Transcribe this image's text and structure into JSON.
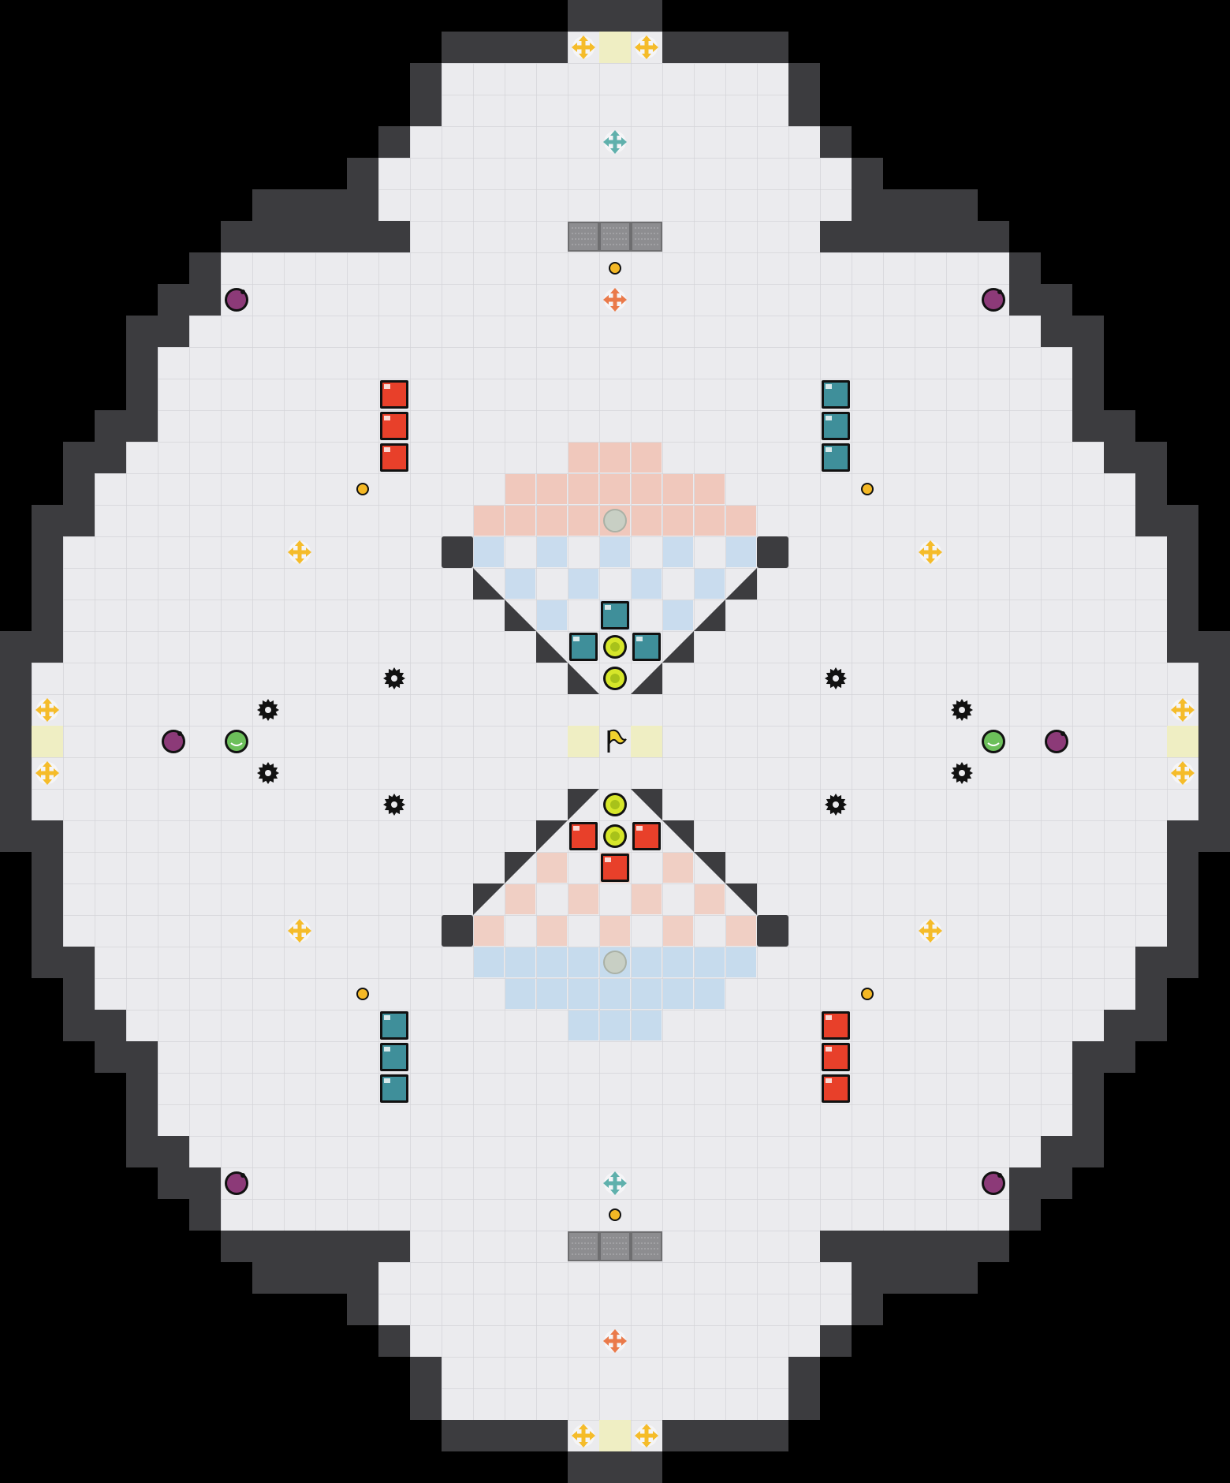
{
  "map": {
    "name": "",
    "background_color": "#000000",
    "wall_color": "#3c3c3f",
    "wall_edge_color": "#2a2a2c",
    "floor_color": "#ebebee",
    "grid_color": "#d4d4d8",
    "grid": {
      "cols": 39,
      "rows": 47
    },
    "wall_rows": [
      {
        "row": 0,
        "from": 18,
        "to": 20
      },
      {
        "row": 1,
        "from": 14,
        "to": 24
      },
      {
        "row": 2,
        "from": 13,
        "to": 25
      },
      {
        "row": 3,
        "from": 13,
        "to": 25
      },
      {
        "row": 4,
        "from": 12,
        "to": 26
      },
      {
        "row": 5,
        "from": 11,
        "to": 27
      },
      {
        "row": 6,
        "from": 8,
        "to": 30
      },
      {
        "row": 7,
        "from": 7,
        "to": 31
      },
      {
        "row": 8,
        "from": 6,
        "to": 32
      },
      {
        "row": 9,
        "from": 5,
        "to": 33
      },
      {
        "row": 10,
        "from": 4,
        "to": 34
      },
      {
        "row": 11,
        "from": 4,
        "to": 34
      },
      {
        "row": 12,
        "from": 4,
        "to": 34
      },
      {
        "row": 13,
        "from": 3,
        "to": 35
      },
      {
        "row": 14,
        "from": 2,
        "to": 36
      },
      {
        "row": 15,
        "from": 2,
        "to": 36
      },
      {
        "row": 16,
        "from": 1,
        "to": 37
      },
      {
        "row": 17,
        "from": 1,
        "to": 37
      },
      {
        "row": 18,
        "from": 1,
        "to": 37
      },
      {
        "row": 19,
        "from": 1,
        "to": 37
      },
      {
        "row": 20,
        "from": 0,
        "to": 38
      },
      {
        "row": 21,
        "from": 0,
        "to": 38
      },
      {
        "row": 22,
        "from": 0,
        "to": 38
      },
      {
        "row": 23,
        "from": 0,
        "to": 38
      },
      {
        "row": 24,
        "from": 0,
        "to": 38
      },
      {
        "row": 25,
        "from": 0,
        "to": 38
      },
      {
        "row": 26,
        "from": 0,
        "to": 38
      },
      {
        "row": 27,
        "from": 1,
        "to": 37
      },
      {
        "row": 28,
        "from": 1,
        "to": 37
      },
      {
        "row": 29,
        "from": 1,
        "to": 37
      },
      {
        "row": 30,
        "from": 1,
        "to": 37
      },
      {
        "row": 31,
        "from": 2,
        "to": 36
      },
      {
        "row": 32,
        "from": 2,
        "to": 36
      },
      {
        "row": 33,
        "from": 3,
        "to": 35
      },
      {
        "row": 34,
        "from": 4,
        "to": 34
      },
      {
        "row": 35,
        "from": 4,
        "to": 34
      },
      {
        "row": 36,
        "from": 4,
        "to": 34
      },
      {
        "row": 37,
        "from": 5,
        "to": 33
      },
      {
        "row": 38,
        "from": 6,
        "to": 32
      },
      {
        "row": 39,
        "from": 7,
        "to": 31
      },
      {
        "row": 40,
        "from": 8,
        "to": 30
      },
      {
        "row": 41,
        "from": 11,
        "to": 27
      },
      {
        "row": 42,
        "from": 12,
        "to": 26
      },
      {
        "row": 43,
        "from": 13,
        "to": 25
      },
      {
        "row": 44,
        "from": 13,
        "to": 25
      },
      {
        "row": 45,
        "from": 14,
        "to": 24
      },
      {
        "row": 46,
        "from": 18,
        "to": 20
      }
    ],
    "floor_rows": [
      {
        "row": 1,
        "from": 18,
        "to": 20
      },
      {
        "row": 2,
        "from": 14,
        "to": 24
      },
      {
        "row": 3,
        "from": 14,
        "to": 24
      },
      {
        "row": 4,
        "from": 13,
        "to": 25
      },
      {
        "row": 5,
        "from": 12,
        "to": 26
      },
      {
        "row": 6,
        "from": 12,
        "to": 26
      },
      {
        "row": 7,
        "from": 13,
        "to": 25
      },
      {
        "row": 8,
        "from": 7,
        "to": 31
      },
      {
        "row": 9,
        "from": 7,
        "to": 31
      },
      {
        "row": 10,
        "from": 6,
        "to": 32
      },
      {
        "row": 11,
        "from": 5,
        "to": 33
      },
      {
        "row": 12,
        "from": 5,
        "to": 33
      },
      {
        "row": 13,
        "from": 5,
        "to": 33
      },
      {
        "row": 14,
        "from": 4,
        "to": 34
      },
      {
        "row": 15,
        "from": 3,
        "to": 35
      },
      {
        "row": 16,
        "from": 3,
        "to": 35
      },
      {
        "row": 17,
        "from": 2,
        "to": 36
      },
      {
        "row": 18,
        "from": 2,
        "to": 36
      },
      {
        "row": 19,
        "from": 2,
        "to": 36
      },
      {
        "row": 20,
        "from": 2,
        "to": 36
      },
      {
        "row": 21,
        "from": 1,
        "to": 37
      },
      {
        "row": 22,
        "from": 1,
        "to": 37
      },
      {
        "row": 23,
        "from": 1,
        "to": 37
      },
      {
        "row": 24,
        "from": 1,
        "to": 37
      },
      {
        "row": 25,
        "from": 1,
        "to": 37
      },
      {
        "row": 26,
        "from": 2,
        "to": 36
      },
      {
        "row": 27,
        "from": 2,
        "to": 36
      },
      {
        "row": 28,
        "from": 2,
        "to": 36
      },
      {
        "row": 29,
        "from": 2,
        "to": 36
      },
      {
        "row": 30,
        "from": 3,
        "to": 35
      },
      {
        "row": 31,
        "from": 3,
        "to": 35
      },
      {
        "row": 32,
        "from": 4,
        "to": 34
      },
      {
        "row": 33,
        "from": 5,
        "to": 33
      },
      {
        "row": 34,
        "from": 5,
        "to": 33
      },
      {
        "row": 35,
        "from": 5,
        "to": 33
      },
      {
        "row": 36,
        "from": 6,
        "to": 32
      },
      {
        "row": 37,
        "from": 7,
        "to": 31
      },
      {
        "row": 38,
        "from": 7,
        "to": 31
      },
      {
        "row": 39,
        "from": 13,
        "to": 25
      },
      {
        "row": 40,
        "from": 12,
        "to": 26
      },
      {
        "row": 41,
        "from": 12,
        "to": 26
      },
      {
        "row": 42,
        "from": 13,
        "to": 25
      },
      {
        "row": 43,
        "from": 14,
        "to": 24
      },
      {
        "row": 44,
        "from": 14,
        "to": 24
      },
      {
        "row": 45,
        "from": 18,
        "to": 20
      }
    ],
    "floor_cutouts": [
      {
        "row": 8,
        "from": 13,
        "to": 25
      },
      {
        "row": 38,
        "from": 13,
        "to": 25
      }
    ],
    "zones": [
      {
        "team": "red",
        "style": "solid",
        "color": "#f0c8bc",
        "rows": [
          {
            "row": 14,
            "from": 18,
            "to": 20
          },
          {
            "row": 15,
            "from": 16,
            "to": 22
          },
          {
            "row": 16,
            "from": 15,
            "to": 23
          }
        ]
      },
      {
        "team": "blue",
        "style": "checker",
        "color": "#c9dcee",
        "rows": [
          {
            "row": 17,
            "from": 15,
            "to": 23
          },
          {
            "row": 18,
            "from": 16,
            "to": 22
          },
          {
            "row": 19,
            "from": 17,
            "to": 21
          }
        ]
      },
      {
        "team": "red",
        "style": "checker",
        "color": "#f0cfc4",
        "rows": [
          {
            "row": 27,
            "from": 17,
            "to": 21
          },
          {
            "row": 28,
            "from": 16,
            "to": 22
          },
          {
            "row": 29,
            "from": 15,
            "to": 23
          }
        ]
      },
      {
        "team": "blue",
        "style": "solid",
        "color": "#c6dbed",
        "rows": [
          {
            "row": 30,
            "from": 15,
            "to": 23
          },
          {
            "row": 31,
            "from": 16,
            "to": 22
          },
          {
            "row": 32,
            "from": 18,
            "to": 20
          }
        ]
      }
    ],
    "spawn_tiles": [
      {
        "col": 19,
        "row": 1
      },
      {
        "col": 19,
        "row": 45
      },
      {
        "col": 1,
        "row": 23
      },
      {
        "col": 37,
        "row": 23
      },
      {
        "col": 18,
        "row": 23
      },
      {
        "col": 20,
        "row": 23
      }
    ],
    "gates": [
      {
        "row": 7,
        "cols": [
          18,
          19,
          20
        ]
      },
      {
        "row": 39,
        "cols": [
          18,
          19,
          20
        ]
      }
    ],
    "team_colors": {
      "red": "#e8402a",
      "blue": "#3f8f9a"
    },
    "crates": [
      {
        "team": "red",
        "col": 12,
        "row": 12
      },
      {
        "team": "red",
        "col": 12,
        "row": 13
      },
      {
        "team": "red",
        "col": 12,
        "row": 14
      },
      {
        "team": "blue",
        "col": 26,
        "row": 12
      },
      {
        "team": "blue",
        "col": 26,
        "row": 13
      },
      {
        "team": "blue",
        "col": 26,
        "row": 14
      },
      {
        "team": "blue",
        "col": 19,
        "row": 19
      },
      {
        "team": "blue",
        "col": 18,
        "row": 20
      },
      {
        "team": "blue",
        "col": 20,
        "row": 20
      },
      {
        "team": "red",
        "col": 18,
        "row": 26
      },
      {
        "team": "red",
        "col": 20,
        "row": 26
      },
      {
        "team": "red",
        "col": 19,
        "row": 27
      },
      {
        "team": "blue",
        "col": 12,
        "row": 32
      },
      {
        "team": "blue",
        "col": 12,
        "row": 33
      },
      {
        "team": "blue",
        "col": 12,
        "row": 34
      },
      {
        "team": "red",
        "col": 26,
        "row": 32
      },
      {
        "team": "red",
        "col": 26,
        "row": 33
      },
      {
        "team": "red",
        "col": 26,
        "row": 34
      }
    ],
    "bombs": [
      {
        "col": 7,
        "row": 9
      },
      {
        "col": 31,
        "row": 9
      },
      {
        "col": 5,
        "row": 23
      },
      {
        "col": 33,
        "row": 23
      },
      {
        "col": 7,
        "row": 37
      },
      {
        "col": 31,
        "row": 37
      }
    ],
    "bomb_color": "#8c3a78",
    "powerups": [
      {
        "col": 7,
        "row": 23
      },
      {
        "col": 31,
        "row": 23
      }
    ],
    "powerup_color": "#6cbf5a",
    "boosts": [
      {
        "col": 19,
        "row": 20
      },
      {
        "col": 19,
        "row": 21
      },
      {
        "col": 19,
        "row": 25
      },
      {
        "col": 19,
        "row": 26
      }
    ],
    "boost_color": "#d6e62a",
    "ball_spawns": [
      {
        "col": 19,
        "row": 16
      },
      {
        "col": 19,
        "row": 30
      }
    ],
    "ball_spawn_color": "#c8cfc4",
    "spikes": [
      {
        "col": 12,
        "row": 21
      },
      {
        "col": 26,
        "row": 21
      },
      {
        "col": 8,
        "row": 22
      },
      {
        "col": 30,
        "row": 22
      },
      {
        "col": 8,
        "row": 24
      },
      {
        "col": 30,
        "row": 24
      },
      {
        "col": 12,
        "row": 25
      },
      {
        "col": 26,
        "row": 25
      }
    ],
    "dots": [
      {
        "col": 19,
        "row": 8
      },
      {
        "col": 11,
        "row": 15
      },
      {
        "col": 27,
        "row": 15
      },
      {
        "col": 11,
        "row": 31
      },
      {
        "col": 27,
        "row": 31
      },
      {
        "col": 19,
        "row": 38
      }
    ],
    "dot_color": "#f4b825",
    "portals": [
      {
        "kind": "yellow",
        "col": 18,
        "row": 1
      },
      {
        "kind": "yellow",
        "col": 20,
        "row": 1
      },
      {
        "kind": "teal",
        "col": 19,
        "row": 4
      },
      {
        "kind": "orange",
        "col": 19,
        "row": 9
      },
      {
        "kind": "yellow",
        "col": 9,
        "row": 17
      },
      {
        "kind": "yellow",
        "col": 29,
        "row": 17
      },
      {
        "kind": "yellow",
        "col": 1,
        "row": 22
      },
      {
        "kind": "yellow",
        "col": 1,
        "row": 24
      },
      {
        "kind": "yellow",
        "col": 37,
        "row": 22
      },
      {
        "kind": "yellow",
        "col": 37,
        "row": 24
      },
      {
        "kind": "yellow",
        "col": 9,
        "row": 29
      },
      {
        "kind": "yellow",
        "col": 29,
        "row": 29
      },
      {
        "kind": "teal",
        "col": 19,
        "row": 37
      },
      {
        "kind": "orange",
        "col": 19,
        "row": 42
      },
      {
        "kind": "yellow",
        "col": 18,
        "row": 45
      },
      {
        "kind": "yellow",
        "col": 20,
        "row": 45
      }
    ],
    "portal_colors": {
      "yellow": "#f5bc2a",
      "teal": "#5fb0ac",
      "orange": "#ea7a4a"
    },
    "flag": {
      "col": 19,
      "row": 23,
      "color": "#f2d22e"
    },
    "inner_walls": [
      {
        "col": 14,
        "row": 17
      },
      {
        "col": 24,
        "row": 17
      },
      {
        "col": 14,
        "row": 29
      },
      {
        "col": 24,
        "row": 29
      }
    ],
    "diagonal_walls": [
      {
        "col": 15,
        "row": 18,
        "dir": "tl"
      },
      {
        "col": 16,
        "row": 19,
        "dir": "tl"
      },
      {
        "col": 17,
        "row": 20,
        "dir": "tl"
      },
      {
        "col": 18,
        "row": 21,
        "dir": "tl"
      },
      {
        "col": 23,
        "row": 18,
        "dir": "tr"
      },
      {
        "col": 22,
        "row": 19,
        "dir": "tr"
      },
      {
        "col": 21,
        "row": 20,
        "dir": "tr"
      },
      {
        "col": 20,
        "row": 21,
        "dir": "tr"
      },
      {
        "col": 18,
        "row": 25,
        "dir": "bl"
      },
      {
        "col": 17,
        "row": 26,
        "dir": "bl"
      },
      {
        "col": 16,
        "row": 27,
        "dir": "bl"
      },
      {
        "col": 15,
        "row": 28,
        "dir": "bl"
      },
      {
        "col": 20,
        "row": 25,
        "dir": "br"
      },
      {
        "col": 21,
        "row": 26,
        "dir": "br"
      },
      {
        "col": 22,
        "row": 27,
        "dir": "br"
      },
      {
        "col": 23,
        "row": 28,
        "dir": "br"
      }
    ]
  }
}
